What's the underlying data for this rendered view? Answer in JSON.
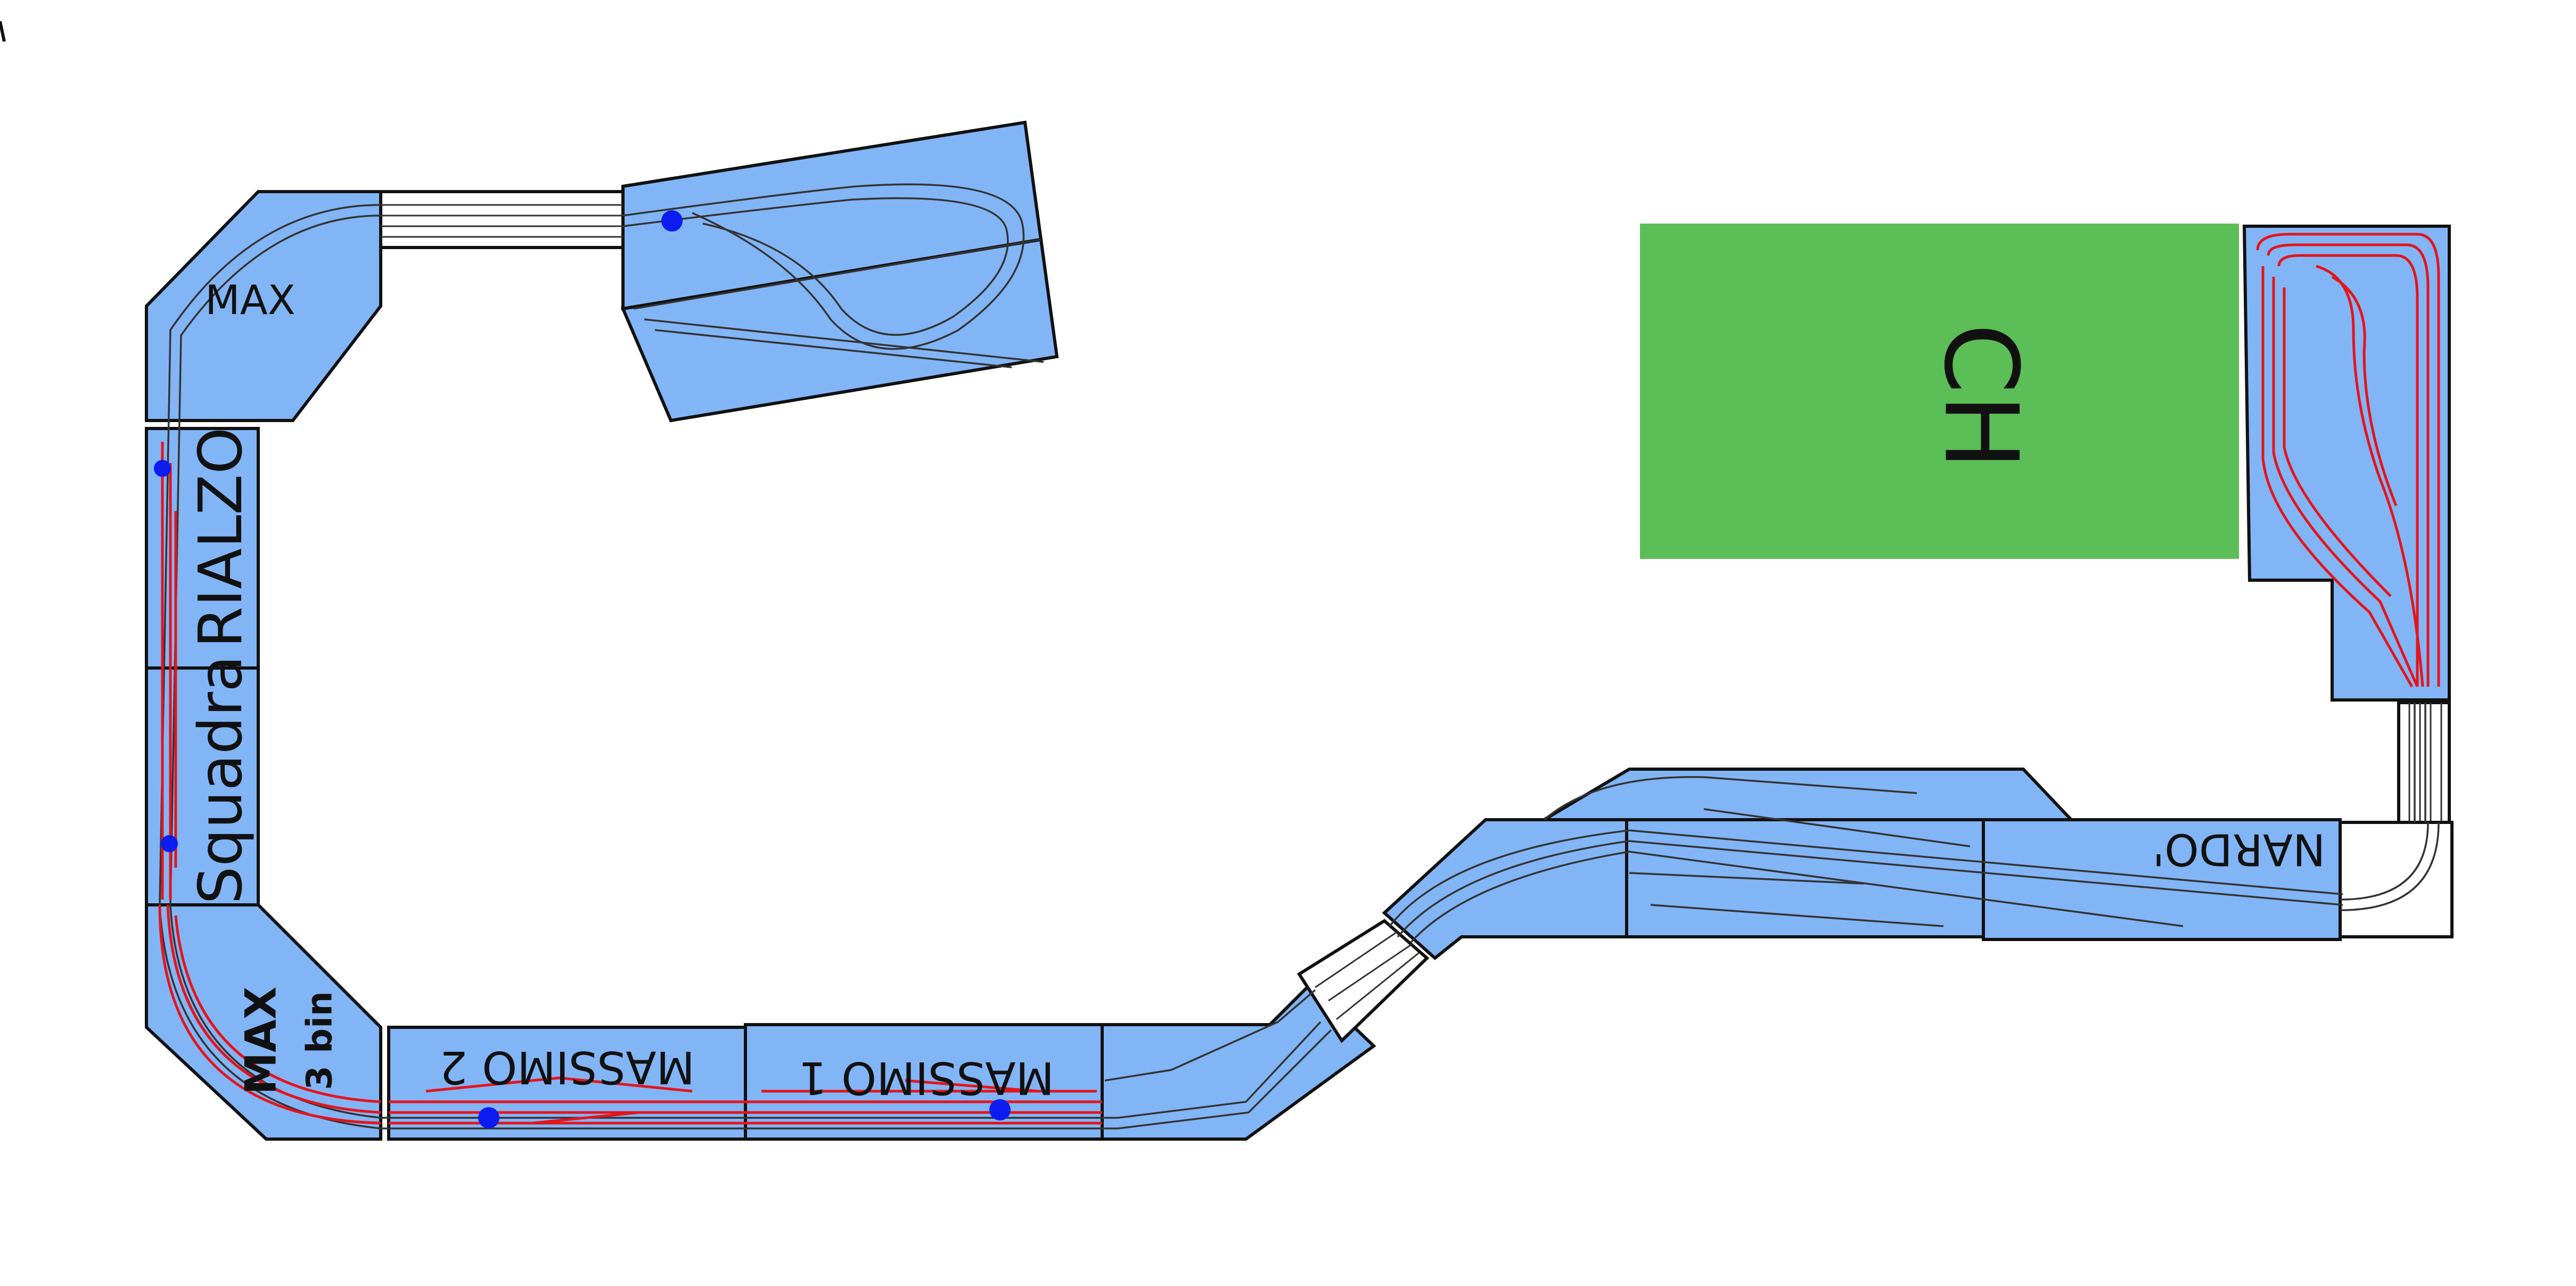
{
  "modules": {
    "max_top": "MAX",
    "rialzo": "RIALZO",
    "squadra": "Squadra",
    "max_bottom": "MAX",
    "max_bottom_sub": "3 bin",
    "massimo_2": "MASSIMO 2",
    "massimo_1": "MASSIMO 1",
    "nardo": "NARDO'",
    "ch": "CH"
  },
  "colors": {
    "module_fill": "#82b5f6",
    "ch_fill": "#5cbe56",
    "rail": "#e5141a",
    "marker": "#0b1cf0"
  }
}
